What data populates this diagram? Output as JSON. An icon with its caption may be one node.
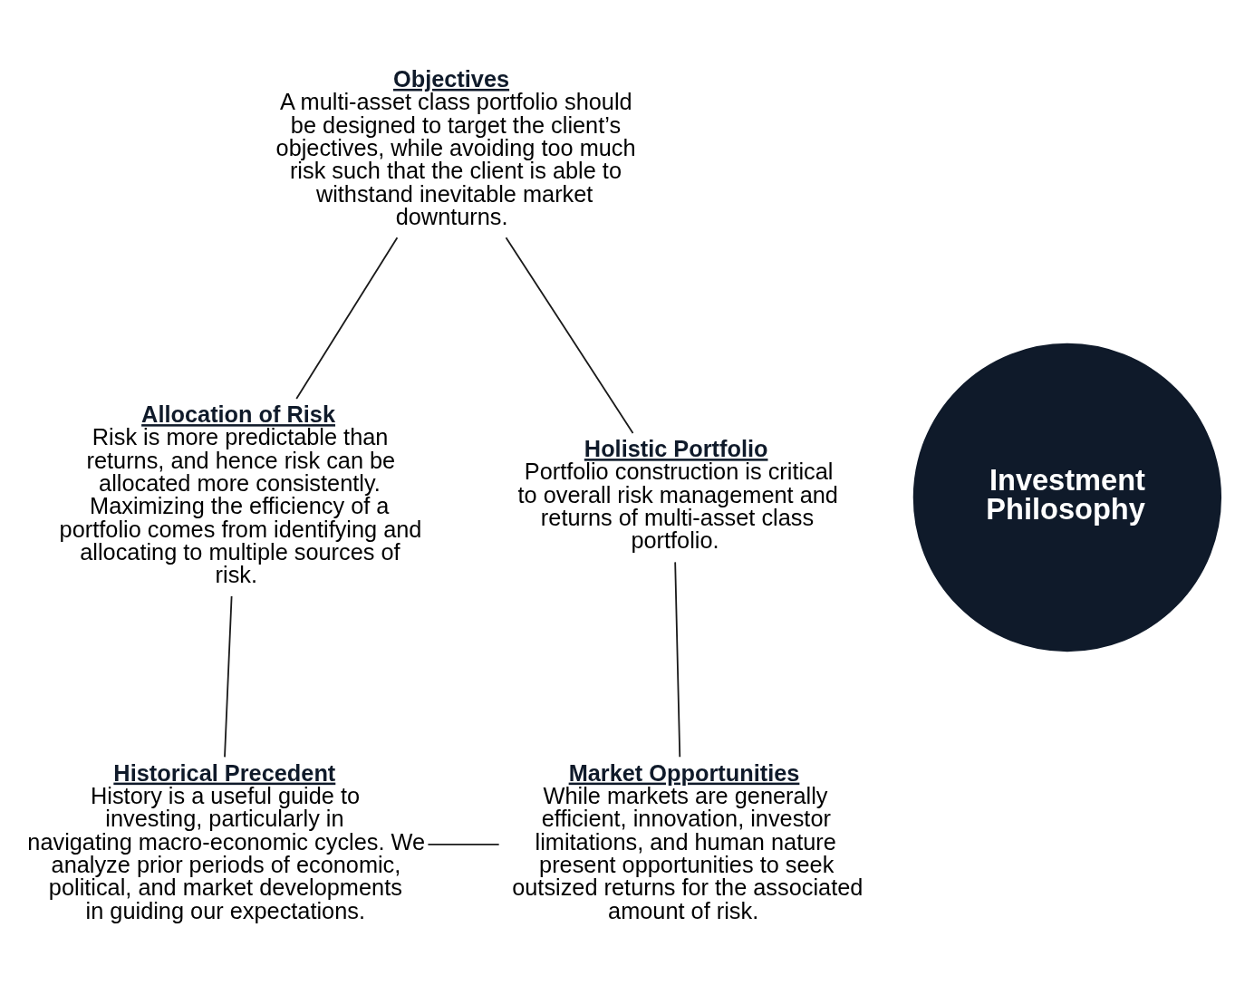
{
  "diagram": {
    "nodes": [
      {
        "text": [
          "Objectives",
          "A multi-asset class portfolio should be designed to target the client’s objectives, while avoiding too much risk such that the client is able to withstand inevitable market downturns."
        ]
      },
      {
        "text": [
          "Allocation of Risk",
          "Risk is more predictable than returns, and hence risk can be allocated more consistently. Maximizing the efficiency of a portfolio comes from identifying and allocating to multiple sources of risk."
        ]
      },
      {
        "text": [
          "Holistic Portfolio",
          "Portfolio construction is critical to overall risk management and returns of multi-asset class portfolio."
        ]
      },
      {
        "text": [
          "Investment Philosophy"
        ]
      },
      {
        "text": [
          "Market Opportunities",
          "While markets are generally efficient, innovation, investor limitations, and human nature present opportunities to seek outsized returns for the associated amount of risk."
        ]
      },
      {
        "text": [
          "Historical Precedent",
          "History is a useful guide to investing, particularly in navigating macro-economic cycles. We analyze prior periods of economic, political, and market developments in guiding our expectations."
        ]
      }
    ],
    "edges": [
      {
        "from": 0,
        "to": 1,
        "arrow": "none"
      },
      {
        "from": 1,
        "to": 5,
        "arrow": "none"
      },
      {
        "from": 5,
        "to": 4,
        "arrow": "none"
      },
      {
        "from": 4,
        "to": 2,
        "arrow": "none"
      },
      {
        "from": 2,
        "to": 0,
        "arrow": "none"
      }
    ]
  }
}
